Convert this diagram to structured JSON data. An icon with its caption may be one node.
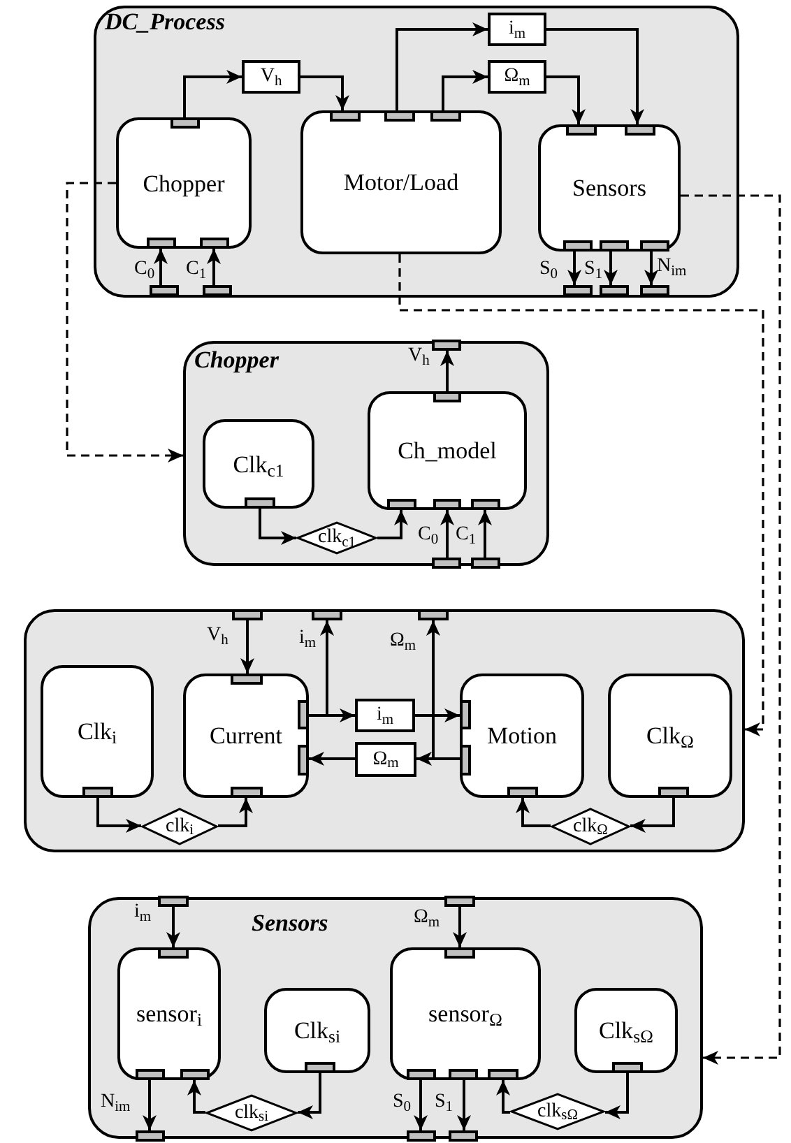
{
  "diagram": {
    "nodes": [
      {
        "text": [
          "DC_Process"
        ]
      },
      {
        "text": [
          "Chopper"
        ],
        "in": 0
      },
      {
        "text": [
          "V$_{h}$"
        ],
        "in": 0
      },
      {
        "text": [
          "Motor/Load"
        ],
        "in": 0
      },
      {
        "text": [
          "i$_{m}$"
        ],
        "in": 0
      },
      {
        "text": [
          "Ω$_{m}$"
        ],
        "in": 0
      },
      {
        "text": [
          "Sensors"
        ],
        "in": 0
      },
      {
        "text": [],
        "shape": "box",
        "in": 0
      },
      {
        "text": [],
        "shape": "box",
        "in": 0
      },
      {
        "text": [],
        "shape": "box",
        "in": 0
      },
      {
        "text": [],
        "shape": "box",
        "in": 0
      },
      {
        "text": [],
        "shape": "box",
        "in": 0
      },
      {
        "text": [
          "Chopper"
        ]
      },
      {
        "text": [
          "Clk$_{c1}$"
        ],
        "in": 12
      },
      {
        "text": [
          "Ch_model"
        ],
        "in": 12
      },
      {
        "text": [
          "clk$_{c1}$"
        ],
        "in": 12
      },
      {
        "text": [],
        "shape": "box",
        "in": 12
      },
      {
        "text": [],
        "shape": "box",
        "in": 12
      },
      {
        "text": [],
        "shape": "box",
        "in": 12
      },
      {
        "text": [],
        "shape": "box"
      },
      {
        "text": [
          "Clk$_{i}$"
        ],
        "in": 19
      },
      {
        "text": [
          "Current"
        ],
        "in": 19
      },
      {
        "text": [
          "i$_{m}$"
        ],
        "in": 19
      },
      {
        "text": [
          "Ω$_{m}$"
        ],
        "in": 19
      },
      {
        "text": [
          "Motion"
        ],
        "in": 19
      },
      {
        "text": [
          "Clk$_{Ω}$"
        ],
        "in": 19
      },
      {
        "text": [
          "clk$_{i}$"
        ],
        "in": 19
      },
      {
        "text": [
          "clk$_{Ω}$"
        ],
        "in": 19
      },
      {
        "text": [],
        "shape": "box",
        "in": 19
      },
      {
        "text": [],
        "shape": "box",
        "in": 19
      },
      {
        "text": [],
        "shape": "box",
        "in": 19
      },
      {
        "text": [
          "Sensors"
        ]
      },
      {
        "text": [
          "sensor$_{i}$"
        ],
        "in": 31
      },
      {
        "text": [
          "Clk$_{si}$"
        ],
        "in": 31
      },
      {
        "text": [
          "sensor$_{Ω}$"
        ],
        "in": 31
      },
      {
        "text": [
          "Clk$_{sΩ}$"
        ],
        "in": 31
      },
      {
        "text": [
          "clk$_{si}$"
        ],
        "in": 31
      },
      {
        "text": [
          "clk$_{sΩ}$"
        ],
        "in": 31
      },
      {
        "text": [],
        "shape": "box",
        "in": 31
      },
      {
        "text": [],
        "shape": "box",
        "in": 31
      },
      {
        "text": [],
        "shape": "box",
        "in": 31
      },
      {
        "text": [],
        "shape": "box",
        "in": 31
      },
      {
        "text": [],
        "shape": "box",
        "in": 31
      },
      {
        "text": [],
        "shape": "box",
        "in": 1
      },
      {
        "text": [],
        "shape": "box",
        "in": 1
      },
      {
        "text": [],
        "shape": "box",
        "in": 1
      },
      {
        "text": [],
        "shape": "box",
        "in": 3
      },
      {
        "text": [],
        "shape": "box",
        "in": 3
      },
      {
        "text": [],
        "shape": "box",
        "in": 3
      },
      {
        "text": [],
        "shape": "box",
        "in": 6
      },
      {
        "text": [],
        "shape": "box",
        "in": 6
      },
      {
        "text": [],
        "shape": "box",
        "in": 6
      },
      {
        "text": [],
        "shape": "box",
        "in": 6
      },
      {
        "text": [],
        "shape": "box",
        "in": 6
      },
      {
        "text": [],
        "shape": "box",
        "in": 13
      },
      {
        "text": [],
        "shape": "box",
        "in": 14
      },
      {
        "text": [],
        "shape": "box",
        "in": 14
      },
      {
        "text": [],
        "shape": "box",
        "in": 14
      },
      {
        "text": [],
        "shape": "box",
        "in": 14
      },
      {
        "text": [],
        "shape": "box",
        "in": 20
      },
      {
        "text": [],
        "shape": "box",
        "in": 21
      },
      {
        "text": [],
        "shape": "box",
        "in": 21
      },
      {
        "text": [],
        "shape": "box",
        "in": 21
      },
      {
        "text": [],
        "shape": "box",
        "in": 21
      },
      {
        "text": [],
        "shape": "box",
        "in": 24
      },
      {
        "text": [],
        "shape": "box",
        "in": 24
      },
      {
        "text": [],
        "shape": "box",
        "in": 24
      },
      {
        "text": [],
        "shape": "box",
        "in": 25
      },
      {
        "text": [],
        "shape": "box",
        "in": 32
      },
      {
        "text": [],
        "shape": "box",
        "in": 32
      },
      {
        "text": [],
        "shape": "box",
        "in": 32
      },
      {
        "text": [],
        "shape": "box",
        "in": 33
      },
      {
        "text": [],
        "shape": "box",
        "in": 34
      },
      {
        "text": [],
        "shape": "box",
        "in": 34
      },
      {
        "text": [],
        "shape": "box",
        "in": 34
      },
      {
        "text": [],
        "shape": "box",
        "in": 34
      },
      {
        "text": [],
        "shape": "box",
        "in": 35
      }
    ],
    "edges": [
      {
        "from": 43,
        "to": 2,
        "arrow": "to"
      },
      {
        "from": 2,
        "to": 46,
        "arrow": "to"
      },
      {
        "from": 47,
        "to": 4,
        "arrow": "to"
      },
      {
        "from": 48,
        "to": 5,
        "arrow": "to"
      },
      {
        "from": 4,
        "to": 50,
        "arrow": "to"
      },
      {
        "from": 5,
        "to": 49,
        "arrow": "to"
      },
      {
        "from": 7,
        "to": 44,
        "arrow": "to",
        "label": "C$_{0}$"
      },
      {
        "from": 8,
        "to": 45,
        "arrow": "to",
        "label": "C$_{1}$"
      },
      {
        "from": 51,
        "to": 9,
        "arrow": "to",
        "label": "S$_{0}$"
      },
      {
        "from": 52,
        "to": 10,
        "arrow": "to",
        "label": "S$_{1}$"
      },
      {
        "from": 53,
        "to": 11,
        "arrow": "to",
        "label": "N$_{im}$"
      },
      {
        "from": 1,
        "to": 12,
        "arrow": "to",
        "style": "dashed"
      },
      {
        "from": 3,
        "to": 19,
        "arrow": "to",
        "style": "dashed"
      },
      {
        "from": 6,
        "to": 31,
        "arrow": "to",
        "style": "dashed"
      },
      {
        "from": 54,
        "to": 15,
        "arrow": "to"
      },
      {
        "from": 15,
        "to": 56,
        "arrow": "to"
      },
      {
        "from": 17,
        "to": 57,
        "arrow": "to",
        "label": "C$_{0}$"
      },
      {
        "from": 18,
        "to": 58,
        "arrow": "to",
        "label": "C$_{1}$"
      },
      {
        "from": 55,
        "to": 16,
        "arrow": "to",
        "label": "V$_{h}$"
      },
      {
        "from": 28,
        "to": 60,
        "arrow": "to",
        "label": "V$_{h}$"
      },
      {
        "from": 61,
        "to": 22,
        "arrow": "to"
      },
      {
        "from": 61,
        "to": 29,
        "arrow": "to",
        "label": "i$_{m}$"
      },
      {
        "from": 22,
        "to": 64,
        "arrow": "to"
      },
      {
        "from": 65,
        "to": 23,
        "arrow": "to"
      },
      {
        "from": 65,
        "to": 30,
        "arrow": "to",
        "label": "Ω$_{m}$"
      },
      {
        "from": 23,
        "to": 62,
        "arrow": "to"
      },
      {
        "from": 59,
        "to": 26,
        "arrow": "to"
      },
      {
        "from": 26,
        "to": 63,
        "arrow": "to"
      },
      {
        "from": 67,
        "to": 27,
        "arrow": "to"
      },
      {
        "from": 27,
        "to": 66,
        "arrow": "to"
      },
      {
        "from": 38,
        "to": 68,
        "arrow": "to",
        "label": "i$_{m}$"
      },
      {
        "from": 39,
        "to": 72,
        "arrow": "to",
        "label": "Ω$_{m}$"
      },
      {
        "from": 69,
        "to": 40,
        "arrow": "to",
        "label": "N$_{im}$"
      },
      {
        "from": 71,
        "to": 36,
        "arrow": "to"
      },
      {
        "from": 36,
        "to": 70,
        "arrow": "to"
      },
      {
        "from": 73,
        "to": 41,
        "arrow": "to",
        "label": "S$_{0}$"
      },
      {
        "from": 74,
        "to": 42,
        "arrow": "to",
        "label": "S$_{1}$"
      },
      {
        "from": 76,
        "to": 37,
        "arrow": "to"
      },
      {
        "from": 37,
        "to": 75,
        "arrow": "to"
      }
    ]
  }
}
